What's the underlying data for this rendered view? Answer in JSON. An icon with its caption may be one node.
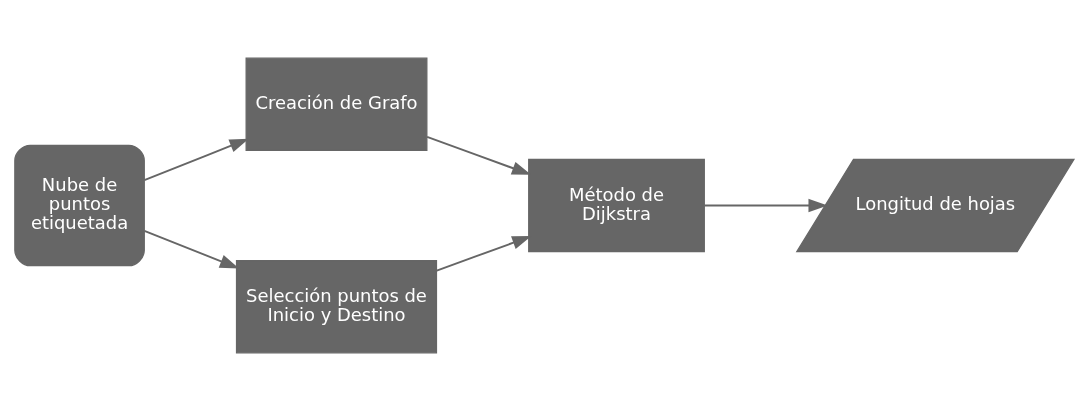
{
  "diagram": {
    "nodes": [
      {
        "text": [
          "Nube de puntos etiquetada"
        ]
      },
      {
        "text": [
          "Creación de Grafo"
        ]
      },
      {
        "text": [
          "Selección puntos de Inicio y Destino"
        ]
      },
      {
        "text": [
          "Método de Dijkstra"
        ]
      },
      {
        "text": [
          "Longitud de hojas"
        ]
      }
    ],
    "edges": [
      {
        "from": 0,
        "to": 1,
        "arrow": "to"
      },
      {
        "from": 0,
        "to": 2,
        "arrow": "to"
      },
      {
        "from": 1,
        "to": 3,
        "arrow": "to"
      },
      {
        "from": 2,
        "to": 3,
        "arrow": "to"
      },
      {
        "from": 3,
        "to": 4,
        "arrow": "to"
      }
    ]
  }
}
